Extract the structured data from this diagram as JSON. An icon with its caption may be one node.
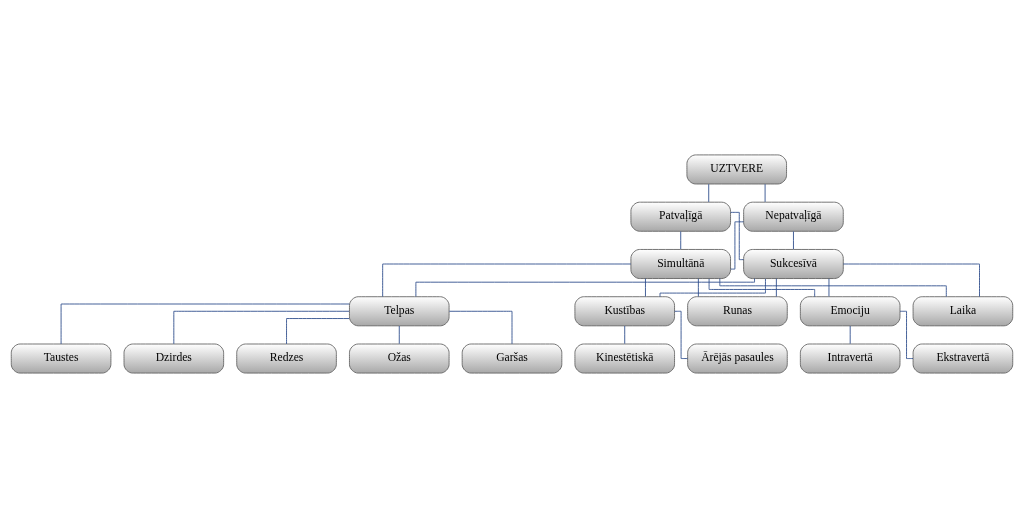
{
  "diagram": {
    "nodes": [
      {
        "text": [
          "UZTVERE"
        ]
      },
      {
        "text": [
          "Patvaļīgā"
        ]
      },
      {
        "text": [
          "Nepatvaļīgā"
        ]
      },
      {
        "text": [
          "Simultānā"
        ]
      },
      {
        "text": [
          "Sukcesīvā"
        ]
      },
      {
        "text": [
          "Laika"
        ]
      },
      {
        "text": [
          "Telpas"
        ]
      },
      {
        "text": [
          "Kustības"
        ]
      },
      {
        "text": [
          "Runas"
        ]
      },
      {
        "text": [
          "Emociju"
        ]
      },
      {
        "text": [
          "Ārējās pasaules"
        ]
      },
      {
        "text": [
          "Kinestētiskā"
        ]
      },
      {
        "text": [
          "Ekstravertā"
        ]
      },
      {
        "text": [
          "Intravertā"
        ]
      },
      {
        "text": [
          "Ožas"
        ]
      },
      {
        "text": [
          "Garšas"
        ]
      },
      {
        "text": [
          "Taustes"
        ]
      },
      {
        "text": [
          "Dzirdes"
        ]
      },
      {
        "text": [
          "Redzes"
        ]
      }
    ],
    "edges": [
      {
        "from": 0,
        "to": 1,
        "arrow": "none"
      },
      {
        "from": 0,
        "to": 2,
        "arrow": "none"
      },
      {
        "from": 1,
        "to": 3,
        "arrow": "none"
      },
      {
        "from": 1,
        "to": 4,
        "arrow": "none"
      },
      {
        "from": 2,
        "to": 3,
        "arrow": "none"
      },
      {
        "from": 2,
        "to": 4,
        "arrow": "none"
      },
      {
        "from": 3,
        "to": 5,
        "arrow": "none"
      },
      {
        "from": 3,
        "to": 6,
        "arrow": "none"
      },
      {
        "from": 3,
        "to": 7,
        "arrow": "none"
      },
      {
        "from": 3,
        "to": 8,
        "arrow": "none"
      },
      {
        "from": 3,
        "to": 9,
        "arrow": "none"
      },
      {
        "from": 4,
        "to": 5,
        "arrow": "none"
      },
      {
        "from": 4,
        "to": 6,
        "arrow": "none"
      },
      {
        "from": 4,
        "to": 7,
        "arrow": "none"
      },
      {
        "from": 4,
        "to": 8,
        "arrow": "none"
      },
      {
        "from": 4,
        "to": 9,
        "arrow": "none"
      },
      {
        "from": 7,
        "to": 10,
        "arrow": "none"
      },
      {
        "from": 7,
        "to": 11,
        "arrow": "none"
      },
      {
        "from": 9,
        "to": 12,
        "arrow": "none"
      },
      {
        "from": 9,
        "to": 13,
        "arrow": "none"
      },
      {
        "from": 6,
        "to": 14,
        "arrow": "none"
      },
      {
        "from": 6,
        "to": 15,
        "arrow": "none"
      },
      {
        "from": 6,
        "to": 16,
        "arrow": "none"
      },
      {
        "from": 6,
        "to": 17,
        "arrow": "none"
      },
      {
        "from": 6,
        "to": 18,
        "arrow": "none"
      }
    ]
  }
}
